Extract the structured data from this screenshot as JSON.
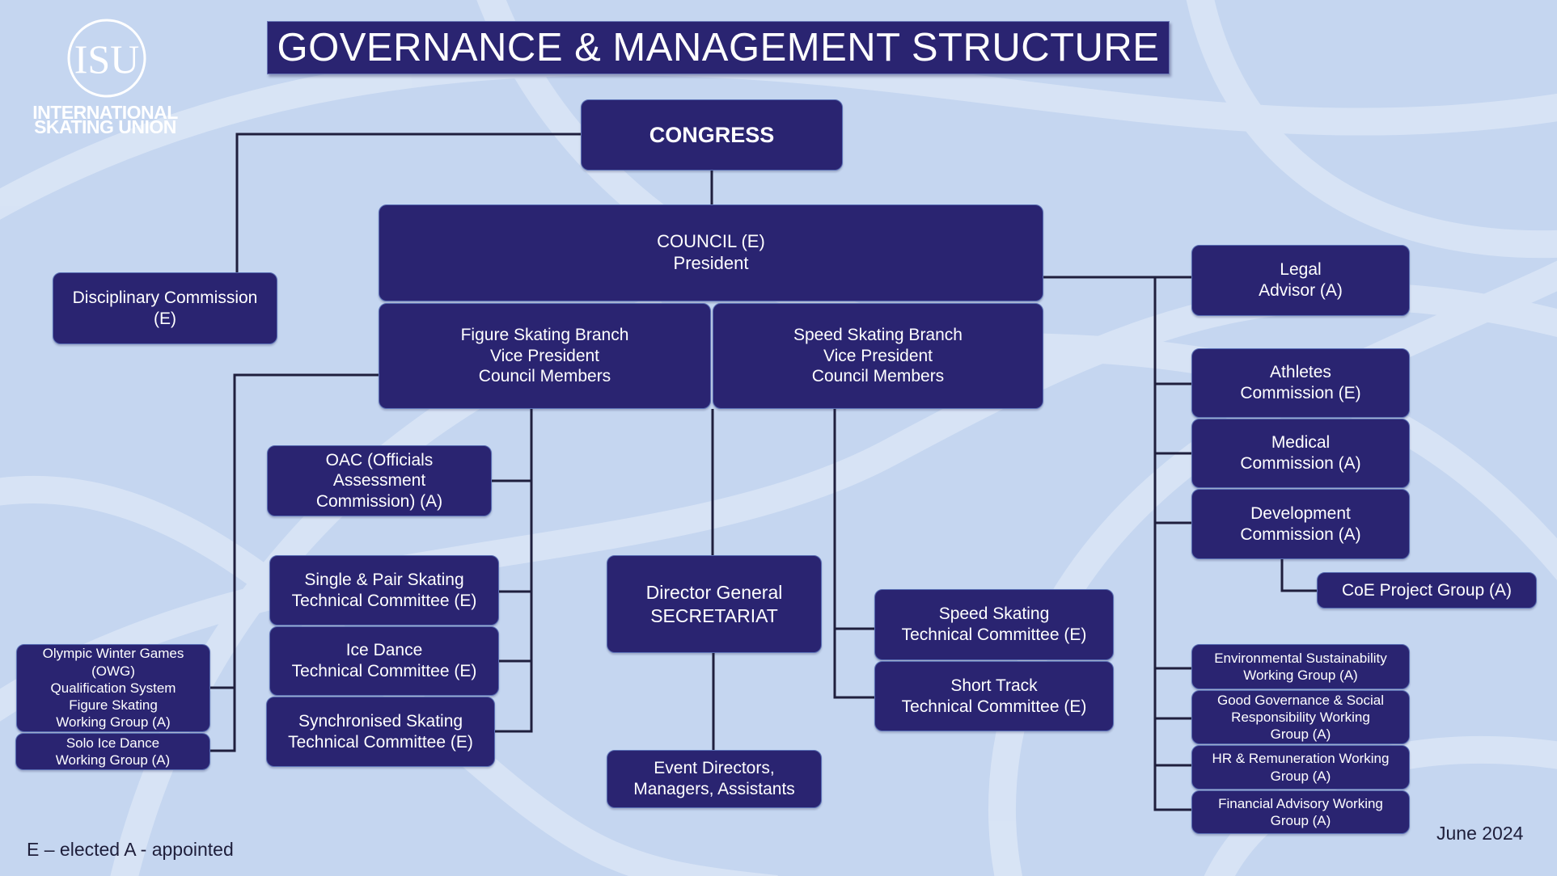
{
  "title": "GOVERNANCE & MANAGEMENT STRUCTURE",
  "logo": {
    "line1": "INTERNATIONAL",
    "line2": "SKATING UNION",
    "monogram": "ISU"
  },
  "congress": {
    "label": "CONGRESS"
  },
  "council": {
    "line1": "COUNCIL (E)",
    "line2": "President"
  },
  "disciplinary": {
    "line1": "Disciplinary Commission",
    "line2": "(E)"
  },
  "figure_branch": {
    "line1": "Figure Skating Branch",
    "line2": "Vice President",
    "line3": "Council Members"
  },
  "speed_branch": {
    "line1": "Speed Skating Branch",
    "line2": "Vice President",
    "line3": "Council Members"
  },
  "oac": {
    "line1": "OAC (Officials",
    "line2": "Assessment",
    "line3": "Commission) (A)"
  },
  "single_pair": {
    "line1": "Single & Pair Skating",
    "line2": "Technical Committee (E)"
  },
  "ice_dance": {
    "line1": "Ice Dance",
    "line2": "Technical Committee (E)"
  },
  "synchro": {
    "line1": "Synchronised Skating",
    "line2": "Technical Committee (E)"
  },
  "owg": {
    "line1": "Olympic Winter Games",
    "line2": "(OWG)",
    "line3": "Qualification System",
    "line4": "Figure Skating",
    "line5": "Working Group (A)"
  },
  "solo_dance": {
    "line1": "Solo Ice Dance",
    "line2": "Working Group (A)"
  },
  "director_general": {
    "line1": "Director General",
    "line2": "SECRETARIAT"
  },
  "event_directors": {
    "line1": "Event Directors,",
    "line2": "Managers, Assistants"
  },
  "speed_tc": {
    "line1": "Speed Skating",
    "line2": "Technical Committee (E)"
  },
  "short_track_tc": {
    "line1": "Short Track",
    "line2": "Technical Committee (E)"
  },
  "legal": {
    "line1": "Legal",
    "line2": "Advisor (A)"
  },
  "athletes": {
    "line1": "Athletes",
    "line2": "Commission (E)"
  },
  "medical": {
    "line1": "Medical",
    "line2": "Commission (A)"
  },
  "development": {
    "line1": "Development",
    "line2": "Commission (A)"
  },
  "coe": {
    "label": "CoE Project Group (A)"
  },
  "env_wg": {
    "line1": "Environmental Sustainability",
    "line2": "Working Group (A)"
  },
  "good_gov_wg": {
    "line1": "Good Governance & Social",
    "line2": "Responsibility Working",
    "line3": "Group (A)"
  },
  "hr_wg": {
    "line1": "HR & Remuneration Working",
    "line2": "Group (A)"
  },
  "financial_wg": {
    "line1": "Financial Advisory Working",
    "line2": "Group (A)"
  },
  "legend": "E – elected  A - appointed",
  "date": "June 2024",
  "colors": {
    "background": "#c5d6f0",
    "box": "#2a2471",
    "box_text": "#ffffff",
    "line": "#1f1f3d"
  }
}
